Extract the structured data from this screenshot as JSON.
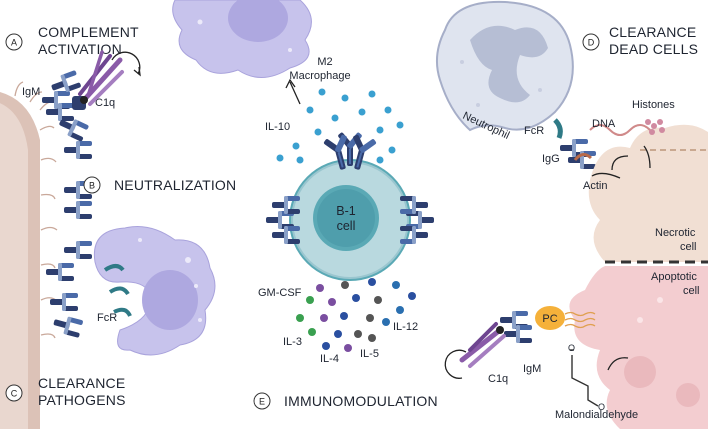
{
  "panels": {
    "a": {
      "badge": "A",
      "title_line1": "COMPLEMENT",
      "title_line2": "ACTIVATION"
    },
    "b": {
      "badge": "B",
      "title": "NEUTRALIZATION"
    },
    "c": {
      "badge": "C",
      "title_line1": "CLEARANCE",
      "title_line2": "PATHOGENS"
    },
    "d": {
      "badge": "D",
      "title_line1": "CLEARANCE",
      "title_line2": "DEAD CELLS"
    },
    "e": {
      "badge": "E",
      "title": "IMMUNOMODULATION"
    }
  },
  "labels": {
    "igm_left": "IgM",
    "c1q_left": "C1q",
    "fcr_left": "FcR",
    "m2_line1": "M2",
    "m2_line2": "Macrophage",
    "il10": "IL-10",
    "b1_line1": "B-1",
    "b1_line2": "cell",
    "gmcsf": "GM-CSF",
    "il3": "IL-3",
    "il4": "IL-4",
    "il5": "IL-5",
    "il12": "IL-12",
    "neutrophil": "Neutrophil",
    "fcr_right": "FcR",
    "igg": "IgG",
    "dna": "DNA",
    "histones": "Histones",
    "actin": "Actin",
    "necrotic_line1": "Necrotic",
    "necrotic_line2": "cell",
    "apoptotic_line1": "Apoptotic",
    "apoptotic_line2": "cell",
    "pc": "PC",
    "c1q_right": "C1q",
    "igm_right": "IgM",
    "malondialdehyde": "Malondialdehyde"
  },
  "colors": {
    "antibody_navy": "#2d3e6e",
    "antibody_blue": "#4a6aa8",
    "antibody_light": "#8aa0c8",
    "c1q_purple": "#8a5ba8",
    "macrophage_purple": "#c7c3ec",
    "b1_teal": "#5aa9b5",
    "b1_nucleus": "#3d8fa0",
    "il10_blue": "#3aa0d0",
    "neutrophil_gray": "#dfe4ef",
    "necrotic_beige": "#f1dfd3",
    "apoptotic_pink": "#f3cdd0",
    "pc_orange": "#f5b13a",
    "bacterium_tan": "#dcc2b7"
  },
  "icons": [
    "antibody-icon",
    "c1q-icon",
    "fcr-receptor-icon",
    "cytokine-dot-icon",
    "arrow-icon",
    "malondialdehyde-molecule-icon",
    "histone-cluster-icon",
    "dna-strand-icon"
  ]
}
